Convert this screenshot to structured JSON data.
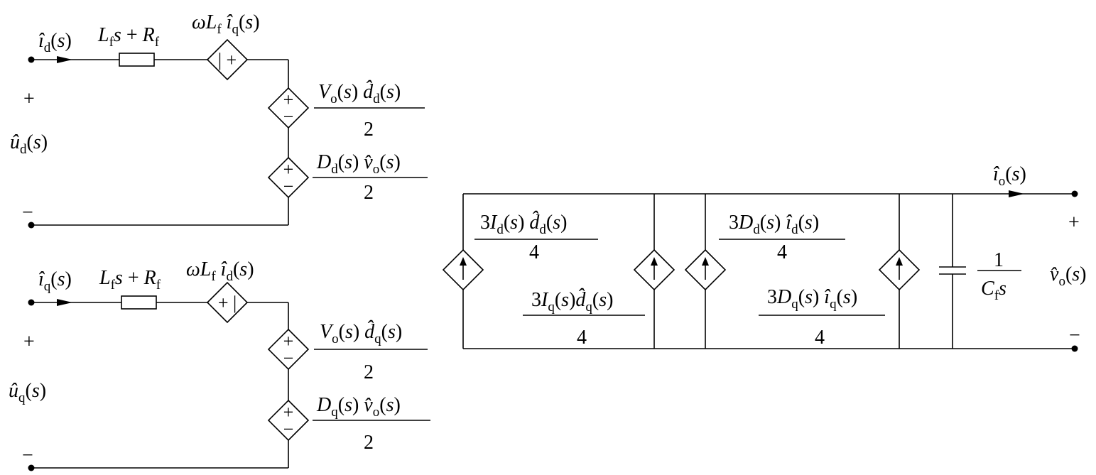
{
  "colors": {
    "ink": "#000000",
    "background": "#ffffff"
  },
  "d_axis": {
    "current_label": "î_d(s)",
    "impedance_label": "L_f s + R_f",
    "coupling_source_label": "ωL_f î_q(s)",
    "coupling_signs": "| +",
    "source1": {
      "numerator": "V_o(s) d̂_d(s)",
      "denominator": "2"
    },
    "source2": {
      "numerator": "D_d(s) v̂_o(s)",
      "denominator": "2"
    },
    "plus": "+",
    "voltage_label": "û_d(s)",
    "minus": "−"
  },
  "q_axis": {
    "current_label": "î_q(s)",
    "impedance_label": "L_f s + R_f",
    "coupling_source_label": "ωL_f î_d(s)",
    "coupling_signs": "+ |",
    "source1": {
      "numerator": "V_o(s) d̂_q(s)",
      "denominator": "2"
    },
    "source2": {
      "numerator": "D_q(s) v̂_o(s)",
      "denominator": "2"
    },
    "plus": "+",
    "voltage_label": "û_q(s)",
    "minus": "−"
  },
  "dc_side": {
    "sources": [
      {
        "numerator": "3I_d(s) d̂_d(s)",
        "denominator": "4"
      },
      {
        "numerator": "3I_q(s)d̂_q(s)",
        "denominator": "4"
      },
      {
        "numerator": "3D_d(s) î_d(s)",
        "denominator": "4"
      },
      {
        "numerator": "3D_q(s) î_q(s)",
        "denominator": "4"
      }
    ],
    "capacitor": {
      "numerator": "1",
      "denominator": "C_f s"
    },
    "output_current_label": "î_o(s)",
    "output_voltage_label": "v̂_o(s)",
    "plus": "+",
    "minus": "−"
  }
}
